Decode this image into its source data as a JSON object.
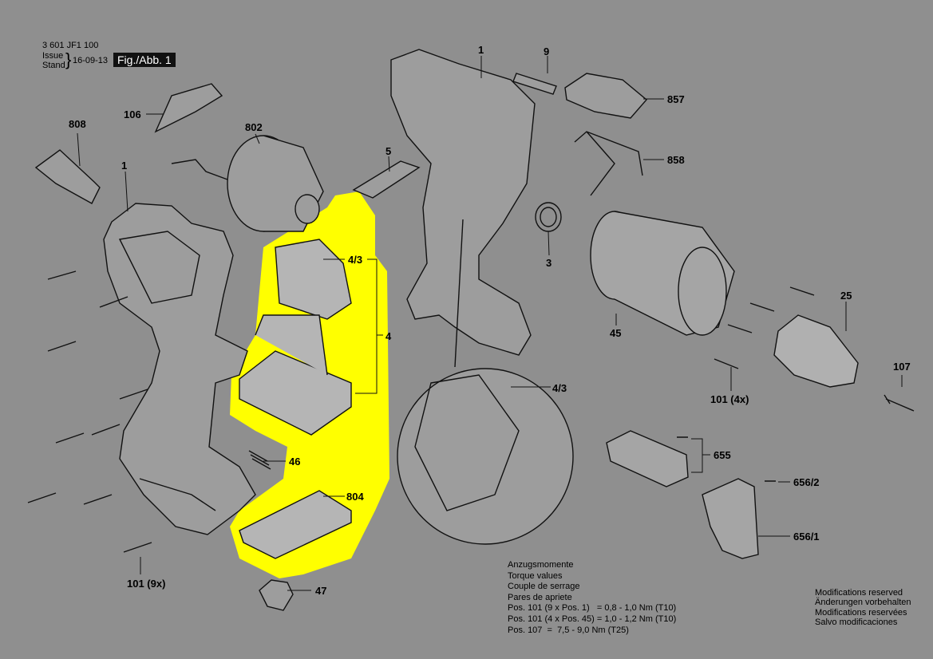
{
  "header": {
    "part_number": "3 601 JF1 100",
    "issue_label": "Issue",
    "stand_label": "Stand",
    "date": "16-09-13",
    "figure": "Fig./Abb. 1"
  },
  "callouts": {
    "c808": "808",
    "c106": "106",
    "c802": "802",
    "c1_left": "1",
    "c5": "5",
    "c1_top": "1",
    "c9": "9",
    "c857": "857",
    "c858": "858",
    "c3": "3",
    "c25": "25",
    "c45": "45",
    "c107": "107",
    "c101_4x": "101 (4x)",
    "c4_3_top": "4/3",
    "c4": "4",
    "c4_3_detail": "4/3",
    "c46": "46",
    "c804": "804",
    "c101_9x": "101 (9x)",
    "c47": "47",
    "c655": "655",
    "c656_2": "656/2",
    "c656_1": "656/1"
  },
  "torque": {
    "l1": "Anzugsmomente",
    "l2": "Torque values",
    "l3": "Couple de serrage",
    "l4": "Pares de apriete",
    "l5": "Pos. 101 (9 x Pos. 1)   = 0,8 - 1,0 Nm (T10)",
    "l6": "Pos. 101 (4 x Pos. 45) = 1,0 - 1,2 Nm (T10)",
    "l7": "Pos. 107  =  7,5 - 9,0 Nm (T25)"
  },
  "modifications": {
    "l1": "Modifications reserved",
    "l2": "Änderungen vorbehalten",
    "l3": "Modifications reservées",
    "l4": "Salvo modificaciones"
  },
  "colors": {
    "background": "#8f8f8f",
    "highlight": "#ffff00",
    "line": "#111111",
    "part_fill": "#9a9a9a"
  }
}
